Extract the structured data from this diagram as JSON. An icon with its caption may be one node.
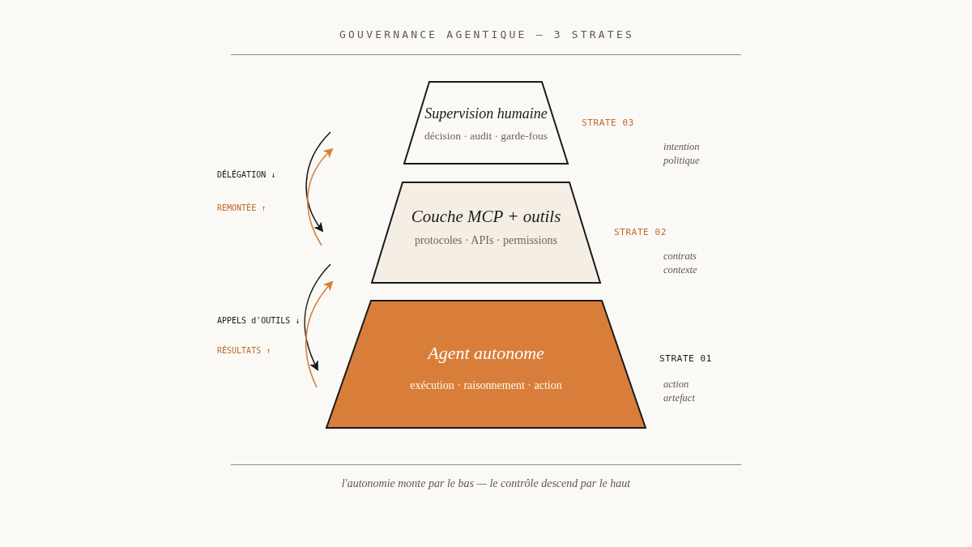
{
  "diagram": {
    "title": "GOUVERNANCE AGENTIQUE — 3 STRATES",
    "nodes": [
      {
        "text": [
          "Supervision humaine",
          "décision · audit · garde-fous"
        ],
        "beside": [
          "STRATE 03",
          "intention politique"
        ]
      },
      {
        "text": [
          "Couche MCP + outils",
          "protocoles · APIs · permissions"
        ],
        "beside": [
          "STRATE 02",
          "contrats contexte"
        ]
      },
      {
        "text": [
          "Agent autonome",
          "exécution · raisonnement · action"
        ],
        "beside": [
          "STRATE 01",
          "action artefact"
        ]
      }
    ],
    "labels": [
      "DÉLÉGATION ↓",
      "REMONTÉE ↑",
      "APPELS d'OUTILS ↓",
      "RÉSULTATS ↑"
    ],
    "caption": "l'autonomie monte par le bas — le contrôle descend par le haut"
  }
}
